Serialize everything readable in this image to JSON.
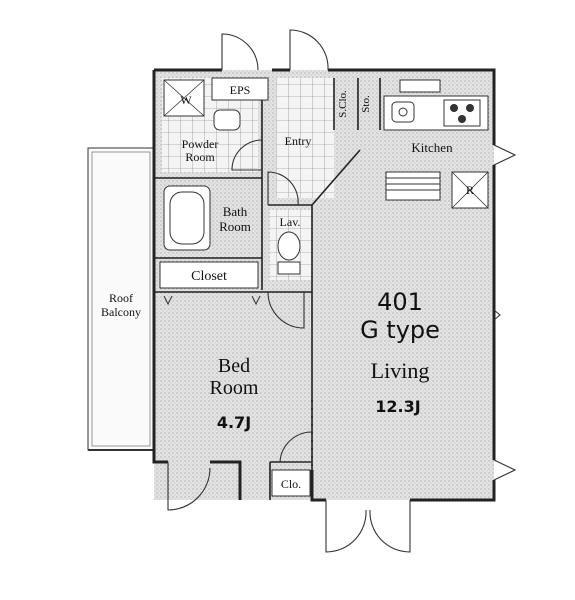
{
  "unit": {
    "number": "401",
    "type": "G type"
  },
  "rooms": {
    "living": {
      "label": "Living",
      "size": "12.3J"
    },
    "bedroom": {
      "label_line1": "Bed",
      "label_line2": "Room",
      "size": "4.7J"
    },
    "kitchen": {
      "label": "Kitchen"
    },
    "bath": {
      "label_line1": "Bath",
      "label_line2": "Room"
    },
    "powder": {
      "label_line1": "Powder",
      "label_line2": "Room"
    },
    "entry": {
      "label": "Entry"
    },
    "closet": {
      "label": "Closet"
    },
    "lav": {
      "label": "Lav."
    },
    "eps": {
      "label": "EPS"
    },
    "washer": {
      "label": "W"
    },
    "shoe_closet": {
      "label": "S.Clo."
    },
    "storage": {
      "label": "Sto."
    },
    "refrigerator": {
      "label": "R"
    },
    "bed_closet": {
      "label": "Clo."
    },
    "balcony": {
      "label_line1": "Roof",
      "label_line2": "Balcony"
    }
  },
  "colors": {
    "floor_fill": "#dcdcdc",
    "wall": "#222222",
    "background": "#ffffff"
  }
}
